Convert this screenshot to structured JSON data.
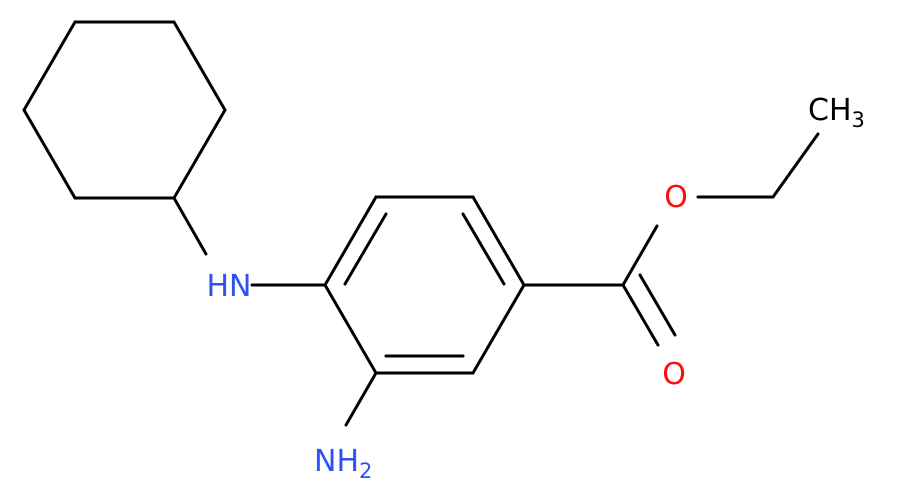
{
  "molecule": {
    "atoms": {
      "nh": "HN",
      "nh2_main": "NH",
      "nh2_sub": "2",
      "o_ether": "O",
      "o_carbonyl": "O",
      "ch3_main": "CH",
      "ch3_sub": "3"
    }
  },
  "colors": {
    "bond": "#000000",
    "nitrogen": "#3050F8",
    "oxygen": "#FF0D0D"
  }
}
